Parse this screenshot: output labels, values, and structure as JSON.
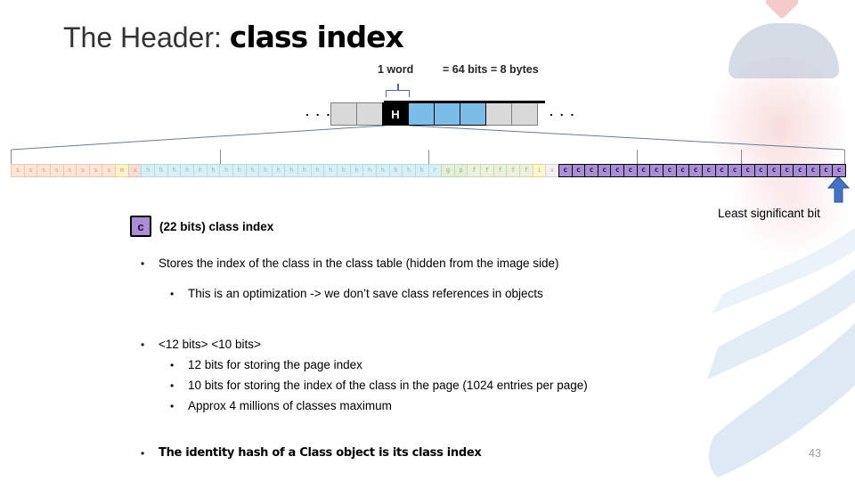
{
  "slide": {
    "title_prefix": "The Header: ",
    "title_emphasis": "class index",
    "page_number": "43"
  },
  "word_diagram": {
    "width_label": "1 word",
    "bits_label": "= 64 bits = 8 bytes",
    "ellipsis_left": ". . .",
    "ellipsis_right": ". . .",
    "colors": {
      "plain": "#d9d9d9",
      "highlight": "#79bde8",
      "header_bg": "#000000",
      "header_fg": "#ffffff"
    },
    "cells": [
      {
        "type": "plain",
        "label": ""
      },
      {
        "type": "plain",
        "label": ""
      },
      {
        "type": "header",
        "label": "H"
      },
      {
        "type": "highlight",
        "label": ""
      },
      {
        "type": "highlight",
        "label": ""
      },
      {
        "type": "highlight",
        "label": ""
      },
      {
        "type": "plain",
        "label": ""
      },
      {
        "type": "plain",
        "label": ""
      }
    ]
  },
  "bit_diagram": {
    "fields": [
      {
        "letter": "s",
        "count": 8,
        "bg": "#fbe5d6",
        "fg": "#c79f8b",
        "border": "#e9c9b5"
      },
      {
        "letter": "m",
        "count": 1,
        "bg": "#fff2cc",
        "fg": "#bfab66",
        "border": "#e7d595"
      },
      {
        "letter": "x",
        "count": 1,
        "bg": "#f6ddd5",
        "fg": "#c5a092",
        "border": "#e4c1b5"
      },
      {
        "letter": "h",
        "count": 22,
        "bg": "#daeef6",
        "fg": "#8fb9ca",
        "border": "#b6d9e7"
      },
      {
        "letter": "r",
        "count": 1,
        "bg": "#daeef6",
        "fg": "#8fb9ca",
        "border": "#b6d9e7"
      },
      {
        "letter": "g",
        "count": 1,
        "bg": "#e3efd9",
        "fg": "#95ab81",
        "border": "#c5dab1"
      },
      {
        "letter": "p",
        "count": 1,
        "bg": "#e3efd9",
        "fg": "#95ab81",
        "border": "#c5dab1"
      },
      {
        "letter": "f",
        "count": 5,
        "bg": "#eaf1dc",
        "fg": "#9aad7d",
        "border": "#ceDaac"
      },
      {
        "letter": "i",
        "count": 1,
        "bg": "#fdf8cf",
        "fg": "#b8aa6a",
        "border": "#e5d990"
      },
      {
        "letter": "x",
        "count": 1,
        "bg": "#f4f2f1",
        "fg": "#b2aaa6",
        "border": "#d9d4d1"
      },
      {
        "letter": "c",
        "count": 22,
        "bg": "#a98ed6",
        "fg": "#241444",
        "border": "#000000"
      }
    ],
    "lsb_label": "Least significant bit",
    "arrow_color": "#4472c4"
  },
  "legend": {
    "symbol": "c",
    "symbol_bg": "#a98ed6",
    "text": "(22 bits) class index"
  },
  "bullet_groups": [
    {
      "items": [
        {
          "level": 1,
          "text": "Stores the index of the class in the class table (hidden from the image side)"
        },
        {
          "level": 2,
          "text": "This is an optimization -> we don’t save class references in objects"
        }
      ]
    },
    {
      "items": [
        {
          "level": 1,
          "text": "<12 bits> <10 bits>"
        },
        {
          "level": 2,
          "text": "12 bits for storing the page index"
        },
        {
          "level": 2,
          "text": "10 bits for storing the index of the class in the page (1024 entries per page)"
        },
        {
          "level": 2,
          "text": "Approx 4 millions of classes maximum"
        }
      ]
    },
    {
      "items": [
        {
          "level": 1,
          "text": "The identity hash of a Class object is its class index",
          "emphasis": true
        }
      ]
    }
  ]
}
